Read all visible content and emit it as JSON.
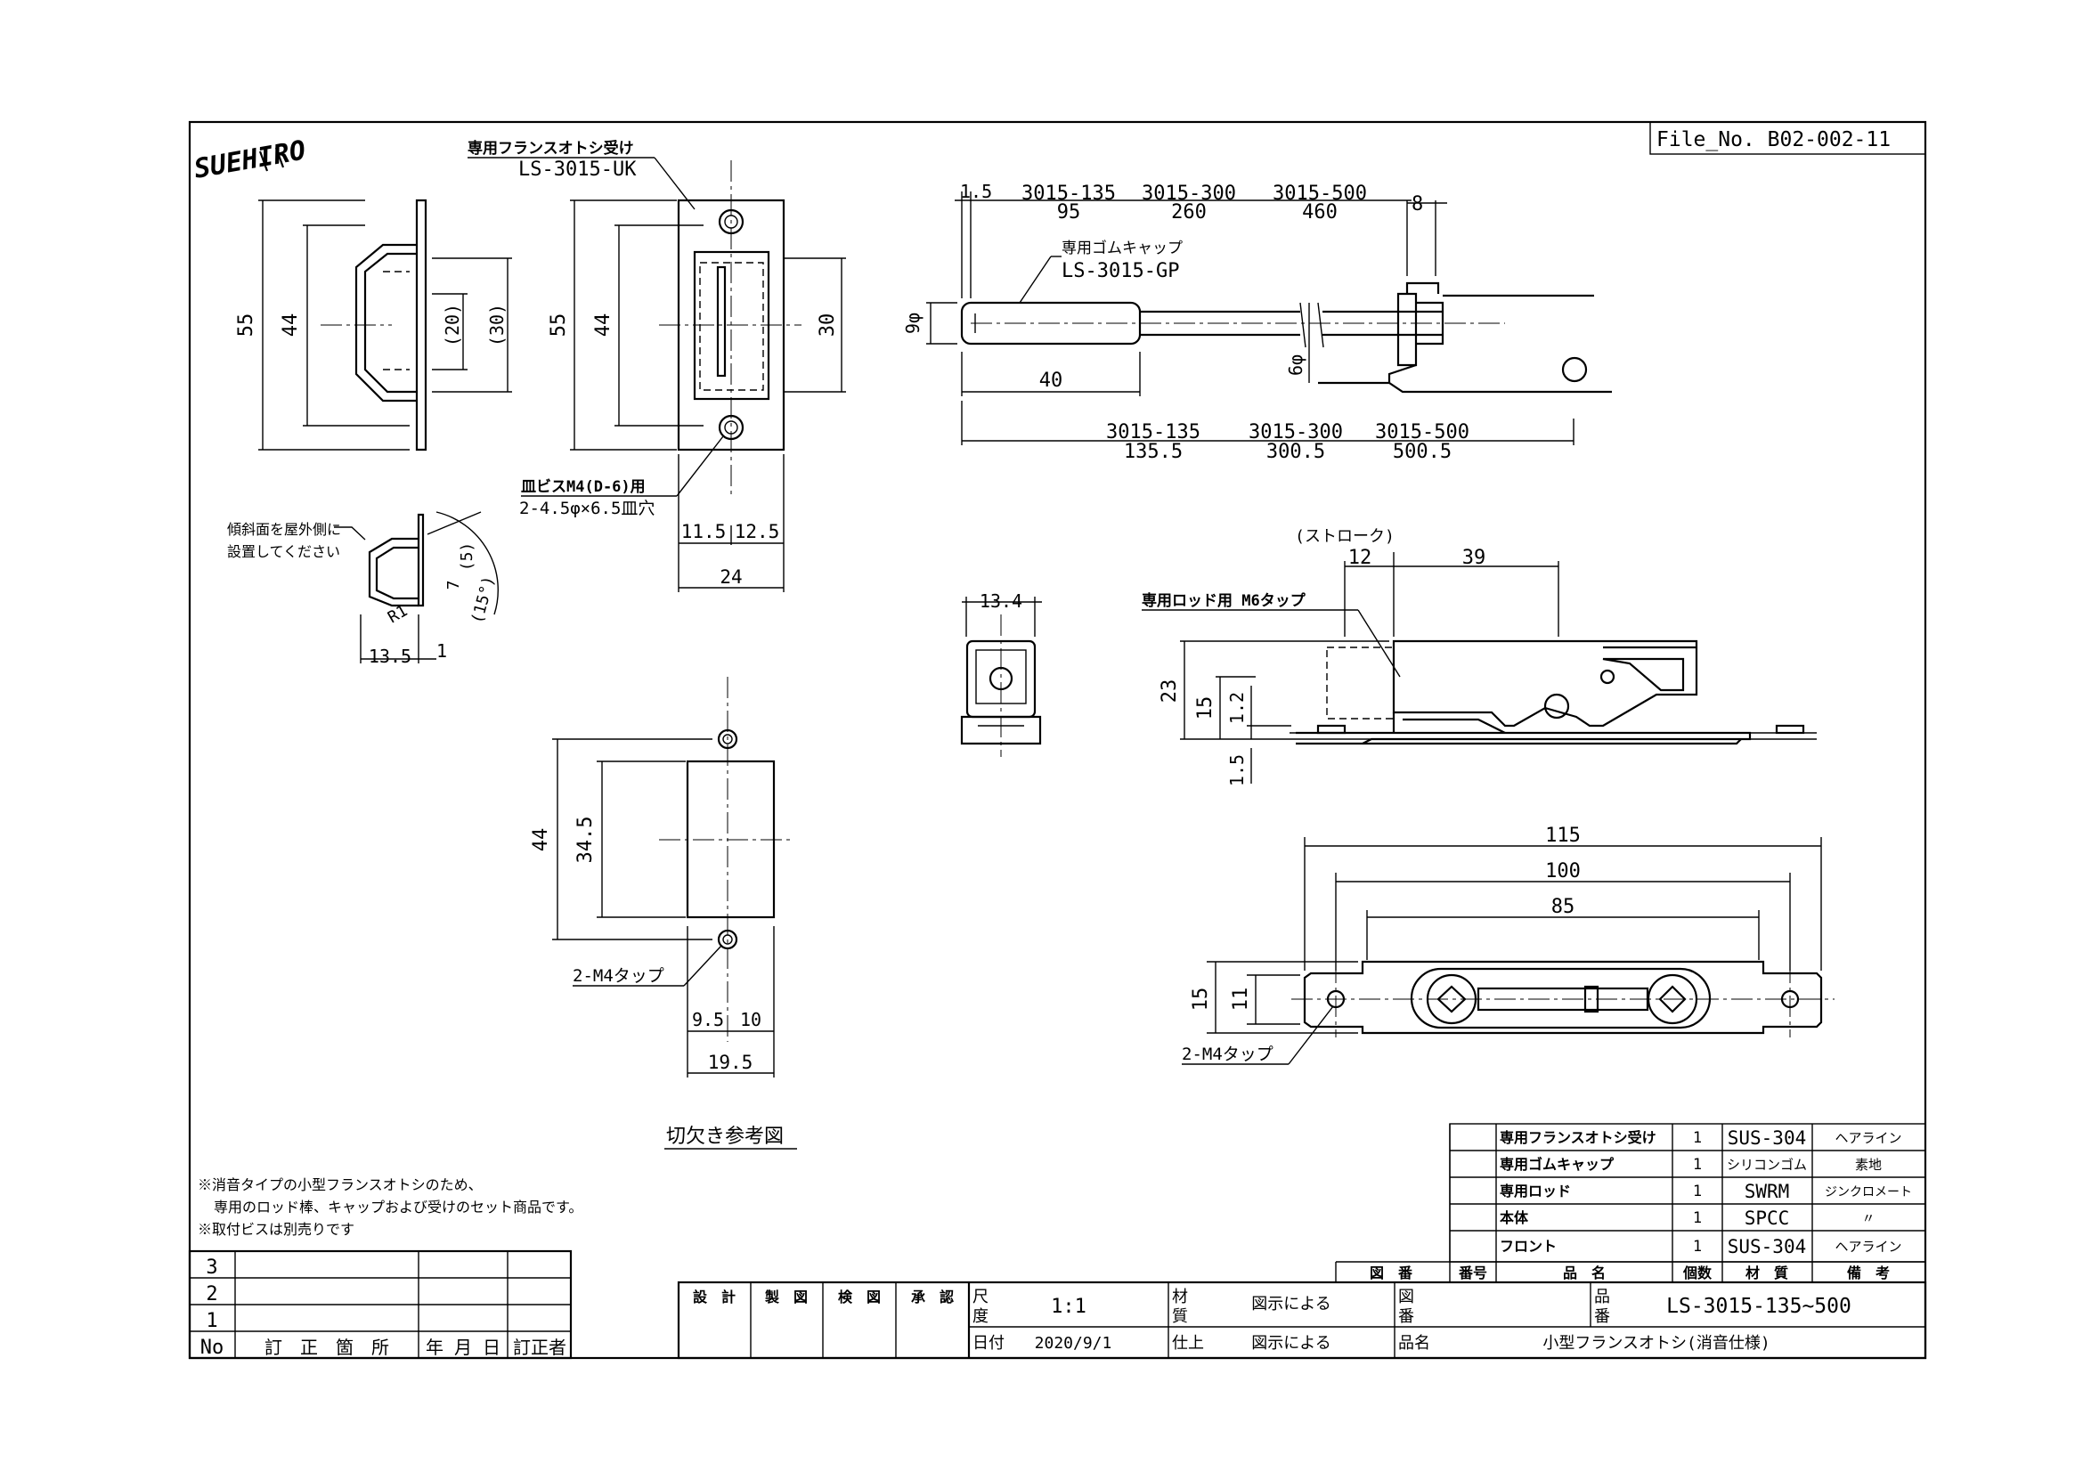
{
  "brand": {
    "logo_text": "SUEHIRO"
  },
  "file_no": "File_No.  B02-002-11",
  "receiver": {
    "title": "専用フランスオトシ受け",
    "code": "LS-3015-UK",
    "dims": {
      "h_outer": "55",
      "h_inner": "44",
      "d20": "(20)",
      "d30": "(30)",
      "f55": "55",
      "f44": "44",
      "f30": "30",
      "w1": "11.5",
      "w2": "12.5",
      "w_total": "24"
    },
    "screw_note_1": "皿ビスM4(D-6)用",
    "screw_note_2": "2-4.5φ×6.5皿穴"
  },
  "slope_note": {
    "line1": "傾斜面を屋外側に",
    "line2": "設置してください",
    "dims": {
      "d5": "(5)",
      "d7": "7",
      "d15deg": "(15°)",
      "r1": "R1",
      "d13_5": "13.5",
      "d1": "1"
    }
  },
  "rod": {
    "dims_top": {
      "t1_5": "1.5",
      "m135": "3015-135",
      "v95": "95",
      "m300": "3015-300",
      "v260": "260",
      "m500": "3015-500",
      "v460": "460",
      "v8": "8"
    },
    "cap_title": "専用ゴムキャップ",
    "cap_code": "LS-3015-GP",
    "d9": "9φ",
    "d6": "6φ",
    "d40": "40",
    "dims_bottom": {
      "m135": "3015-135",
      "v135": "135.5",
      "m300": "3015-300",
      "v300": "300.5",
      "m500": "3015-500",
      "v500": "500.5"
    }
  },
  "body": {
    "stroke_label": "(ストローク)",
    "d12": "12",
    "d39": "39",
    "tap_label": "専用ロッド用 M6タップ",
    "d13_4": "13.4",
    "d23": "23",
    "d15": "15",
    "d1_2": "1.2",
    "d1_5": "1.5"
  },
  "front": {
    "d115": "115",
    "d100": "100",
    "d85": "85",
    "d15": "15",
    "d11": "11",
    "tap_label": "2-M4タップ"
  },
  "cutout": {
    "d44": "44",
    "d34_5": "34.5",
    "tap_label": "2-M4タップ",
    "d9_5": "9.5",
    "d10": "10",
    "d19_5": "19.5",
    "caption": "切欠き参考図"
  },
  "notes": {
    "line1": "※消音タイプの小型フランスオトシのため、",
    "line2": "専用のロッド棒、キャップおよび受けのセット商品です。",
    "line3": "※取付ビスは別売りです"
  },
  "parts": [
    {
      "name": "専用フランスオトシ受け",
      "qty": "1",
      "material": "SUS-304",
      "finish": "ヘアライン"
    },
    {
      "name": "専用ゴムキャップ",
      "qty": "1",
      "material": "シリコンゴム",
      "finish": "素地"
    },
    {
      "name": "専用ロッド",
      "qty": "1",
      "material": "SWRM",
      "finish": "ジンクロメート"
    },
    {
      "name": "本体",
      "qty": "1",
      "material": "SPCC",
      "finish": "〃"
    },
    {
      "name": "フロント",
      "qty": "1",
      "material": "SUS-304",
      "finish": "ヘアライン"
    }
  ],
  "parts_header": {
    "drawing": "図　番",
    "no": "番号",
    "name": "品　名",
    "qty": "個数",
    "material": "材　質",
    "remark": "備　考"
  },
  "revision": {
    "rows": [
      "3",
      "2",
      "1"
    ],
    "h_no": "No",
    "h_place": "訂　正　箇　所",
    "h_date": "年 月 日",
    "h_by": "訂正者"
  },
  "title_block": {
    "design": "設　計",
    "draft": "製　図",
    "check": "検　図",
    "approve": "承　認",
    "scale_label_1": "尺",
    "scale_label_2": "度",
    "scale": "1:1",
    "material_label_1": "材",
    "material_label_2": "質",
    "material_value": "図示による",
    "drawing_label_1": "図",
    "drawing_label_2": "番",
    "part_label_1": "品",
    "part_label_2": "番",
    "part_no": "LS-3015-135~500",
    "date_label": "日付",
    "date": "2020/9/1",
    "finish_label": "仕上",
    "finish_value": "図示による",
    "name_label": "品名",
    "product_name": "小型フランスオトシ(消音仕様)"
  }
}
